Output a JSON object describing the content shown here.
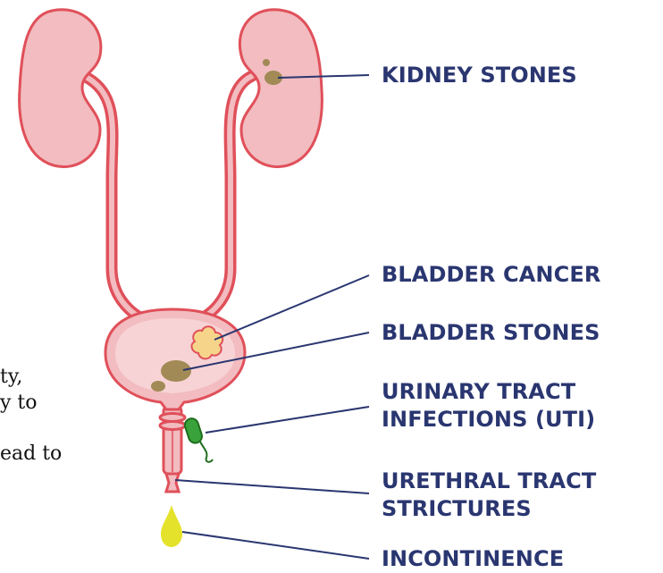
{
  "labels": {
    "kidney_stones": "KIDNEY STONES",
    "bladder_cancer": "BLADDER CANCER",
    "bladder_stones": "BLADDER STONES",
    "uti_line1": "URINARY TRACT",
    "uti_line2": "INFECTIONS (UTI)",
    "strictures_line1": "URETHRAL TRACT",
    "strictures_line2": "STRICTURES",
    "incontinence": "INCONTINENCE"
  },
  "clipped_text": {
    "line1": "ty,",
    "line2": "y to",
    "line3": "ead to"
  },
  "colors": {
    "organ_outline": "#e0505a",
    "organ_fill": "#f2bcc0",
    "organ_inner": "#f7d3d5",
    "stone": "#a18a55",
    "tumor": "#f6d58a",
    "bacteria": "#3aa23a",
    "droplet": "#e4e22a",
    "label": "#2a3670"
  }
}
